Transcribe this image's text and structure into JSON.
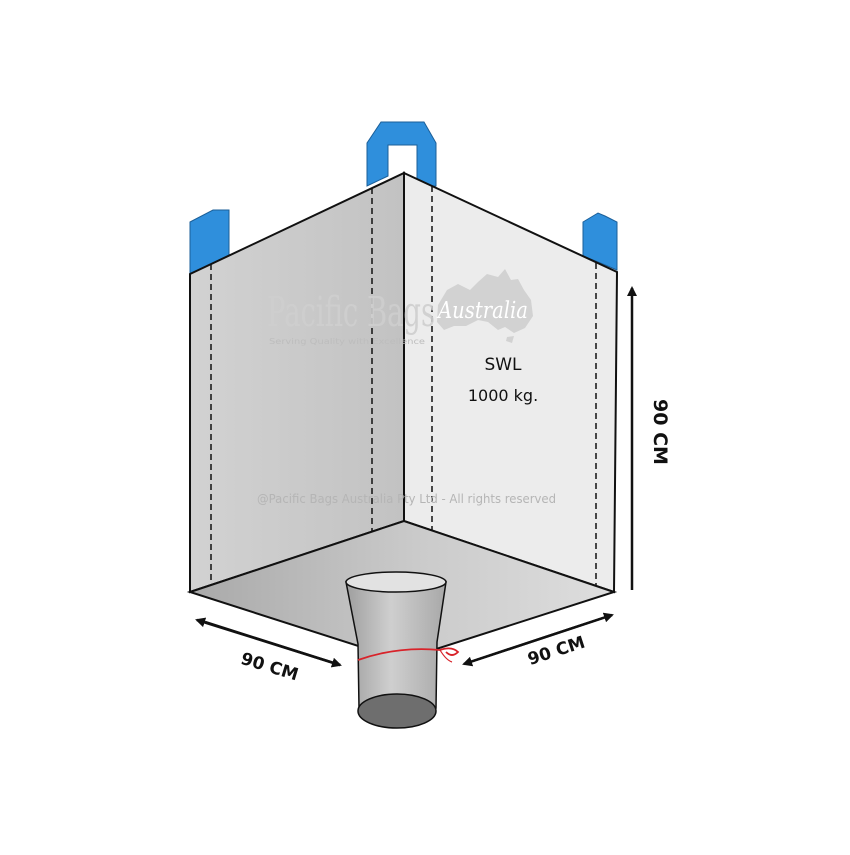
{
  "brand": {
    "name": "Pacific Bags",
    "script": "Australia",
    "tagline": "Serving Quality with Excellence"
  },
  "label": {
    "swl": "SWL",
    "capacity": "1000 kg."
  },
  "copyright": "@Pacific Bags Australia Pty Ltd - All rights reserved",
  "dimensions": {
    "height": "90 CM",
    "width_left": "90 CM",
    "width_right": "90 CM"
  },
  "colors": {
    "loop": "#2f8fdc",
    "panel_left": "#c9c9c9",
    "panel_right": "#ededed",
    "spout_tie": "#d8232a",
    "outline": "#111111"
  }
}
